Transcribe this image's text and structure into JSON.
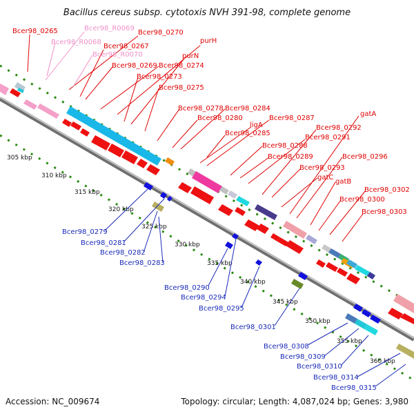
{
  "title": "Bacillus cereus subsp. cytotoxis NVH 391-98, complete genome",
  "accession": "Accession: NC_009674",
  "summary": "Topology: circular; Length: 4,087,024 bp; Genes: 3,980",
  "colors": {
    "forward_label": "#e00000",
    "rna_label": "#f090c8",
    "reverse_label": "#1a2ab8",
    "backbone": "#8a8a8a",
    "gc_skew_dots": "#2a8a10",
    "forward_gene": "#ee1111",
    "reverse_gene": "#1111dd"
  },
  "scale": [
    "305 kbp",
    "310 kbp",
    "315 kbp",
    "320 kbp",
    "325 kbp",
    "330 kbp",
    "335 kbp",
    "340 kbp",
    "345 kbp",
    "350 kbp",
    "355 kbp",
    "360 kbp"
  ],
  "top_labels": [
    {
      "text": "Bcer98_0265",
      "kind": "red"
    },
    {
      "text": "Bcer98_R0069",
      "kind": "pink"
    },
    {
      "text": "Bcer98_0270",
      "kind": "red"
    },
    {
      "text": "Bcer98_R0068",
      "kind": "pink"
    },
    {
      "text": "Bcer98_0267",
      "kind": "red"
    },
    {
      "text": "purH",
      "kind": "red"
    },
    {
      "text": "Bcer98_R0070",
      "kind": "pink"
    },
    {
      "text": "purN",
      "kind": "red"
    },
    {
      "text": "Bcer98_0269",
      "kind": "red"
    },
    {
      "text": "Bcer98_0274",
      "kind": "red"
    },
    {
      "text": "Bcer98_0273",
      "kind": "red"
    },
    {
      "text": "Bcer98_0275",
      "kind": "red"
    },
    {
      "text": "Bcer98_0278",
      "kind": "red"
    },
    {
      "text": "Bcer98_0284",
      "kind": "red"
    },
    {
      "text": "Bcer98_0280",
      "kind": "red"
    },
    {
      "text": "gatA",
      "kind": "red"
    },
    {
      "text": "ligA",
      "kind": "red"
    },
    {
      "text": "Bcer98_0287",
      "kind": "red"
    },
    {
      "text": "Bcer98_0285",
      "kind": "red"
    },
    {
      "text": "Bcer98_0292",
      "kind": "red"
    },
    {
      "text": "Bcer98_0291",
      "kind": "red"
    },
    {
      "text": "Bcer98_0288",
      "kind": "red"
    },
    {
      "text": "Bcer98_0289",
      "kind": "red"
    },
    {
      "text": "Bcer98_0296",
      "kind": "red"
    },
    {
      "text": "Bcer98_0293",
      "kind": "red"
    },
    {
      "text": "gatC",
      "kind": "red"
    },
    {
      "text": "gatB",
      "kind": "red"
    },
    {
      "text": "Bcer98_0302",
      "kind": "red"
    },
    {
      "text": "Bcer98_0300",
      "kind": "red"
    },
    {
      "text": "Bcer98_0303",
      "kind": "red"
    }
  ],
  "bottom_labels": [
    "Bcer98_0279",
    "Bcer98_0281",
    "Bcer98_0282",
    "Bcer98_0283",
    "Bcer98_0290",
    "Bcer98_0294",
    "Bcer98_0295",
    "Bcer98_0301",
    "Bcer98_0308",
    "Bcer98_0309",
    "Bcer98_0310",
    "Bcer98_0314",
    "Bcer98_0315"
  ]
}
